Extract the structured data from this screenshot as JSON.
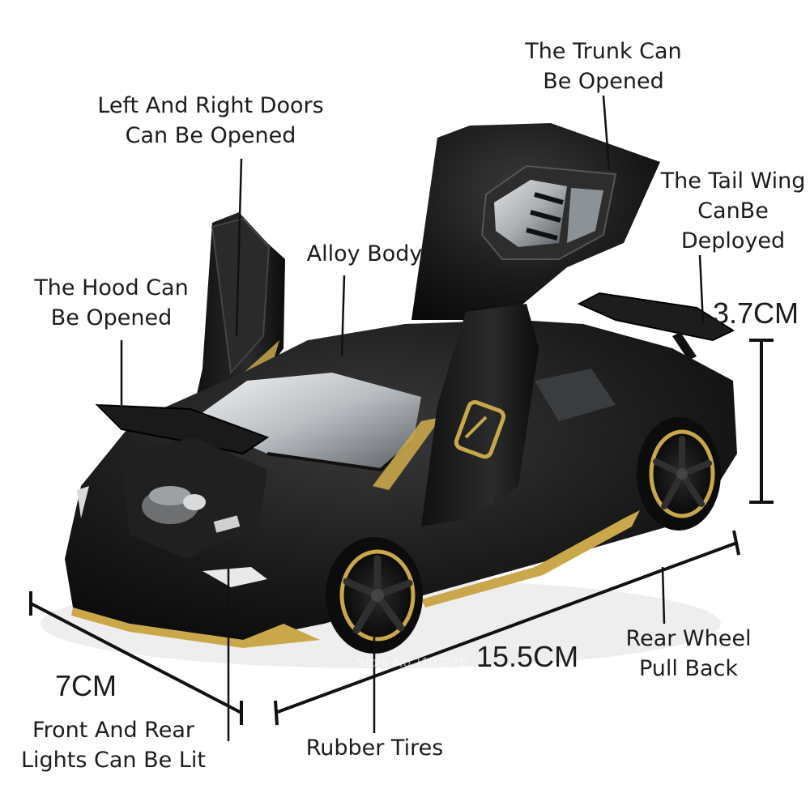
{
  "colors": {
    "body": "#141414",
    "accent": "#c9a74a",
    "glass": "#cfd3d6",
    "line": "#111111"
  },
  "labels": {
    "trunk": [
      "The Trunk Can",
      "Be Opened"
    ],
    "doors": [
      "Left And Right Doors",
      "Can Be Opened"
    ],
    "tail_wing": [
      "The Tail Wing",
      "CanBe",
      "Deployed"
    ],
    "alloy": [
      "Alloy Body"
    ],
    "hood": [
      "The Hood Can",
      "Be Opened"
    ],
    "rear_wheel": [
      "Rear Wheel",
      "Pull Back"
    ],
    "lights": [
      "Front And Rear",
      "Lights Can Be Lit"
    ],
    "tires": [
      "Rubber Tires"
    ]
  },
  "dimensions": {
    "height": "3.7CM",
    "length": "15.5CM",
    "width": "7CM"
  },
  "watermark": "Store No.1103270..."
}
